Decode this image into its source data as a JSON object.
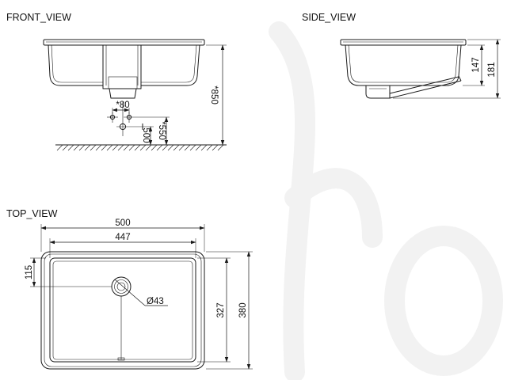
{
  "colors": {
    "line": "#1a1a1a",
    "background": "#ffffff",
    "watermark": "#f2f2f2"
  },
  "front_view": {
    "title": "FRONT_VIEW",
    "dimensions": {
      "valve_spacing": "*80",
      "drain_outlet_height": "500",
      "supply_height": "*550",
      "rim_height": "*850"
    }
  },
  "side_view": {
    "title": "SIDE_VIEW",
    "dimensions": {
      "bowl_depth": "147",
      "overall_height": "181"
    }
  },
  "top_view": {
    "title": "TOP_VIEW",
    "dimensions": {
      "overall_width": "500",
      "bowl_width": "447",
      "drain_offset": "115",
      "bowl_length": "327",
      "overall_length": "380",
      "drain_diameter": "Ø43"
    }
  }
}
